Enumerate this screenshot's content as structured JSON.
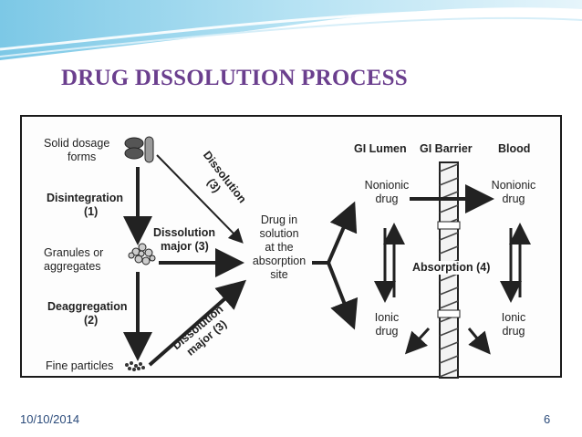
{
  "slide": {
    "title": "DRUG DISSOLUTION PROCESS",
    "date": "10/10/2014",
    "page_number": "6"
  },
  "diagram": {
    "solid_dosage_1": "Solid dosage",
    "solid_dosage_2": "forms",
    "disintegration_1": "Disintegration",
    "disintegration_2": "(1)",
    "granules_1": "Granules or",
    "granules_2": "aggregates",
    "deaggregation_1": "Deaggregation",
    "deaggregation_2": "(2)",
    "fine_particles": "Fine particles",
    "dissolution_major_1": "Dissolution",
    "dissolution_major_2": "major (3)",
    "dissolution_top_1": "Dissolution",
    "dissolution_top_2": "(3)",
    "dissolution_bottom_1": "Dissolution",
    "dissolution_bottom_2": "major (3)",
    "drug_solution_1": "Drug in",
    "drug_solution_2": "solution",
    "drug_solution_3": "at the",
    "drug_solution_4": "absorption",
    "drug_solution_5": "site",
    "gi_lumen": "GI Lumen",
    "gi_barrier": "GI Barrier",
    "blood": "Blood",
    "nonionic_lumen_1": "Nonionic",
    "nonionic_lumen_2": "drug",
    "nonionic_blood_1": "Nonionic",
    "nonionic_blood_2": "drug",
    "absorption": "Absorption (4)",
    "ionic_lumen_1": "Ionic",
    "ionic_lumen_2": "drug",
    "ionic_blood_1": "Ionic",
    "ionic_blood_2": "drug"
  }
}
